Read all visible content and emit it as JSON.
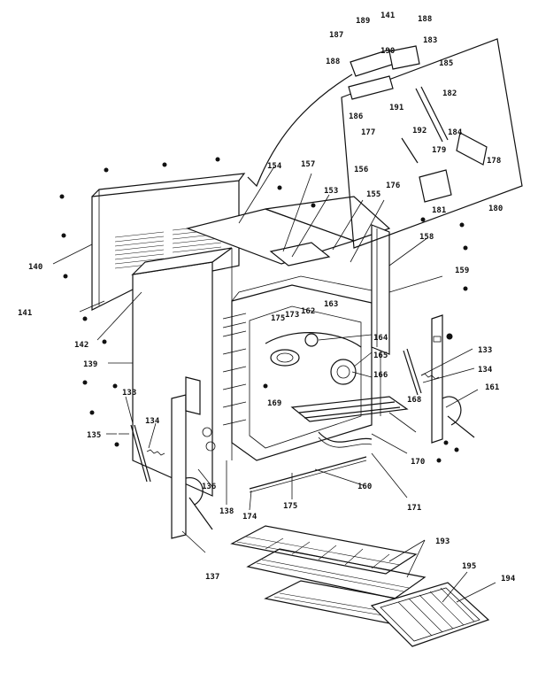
{
  "part_numbers": {
    "p133a": "133",
    "p133b": "133",
    "p134a": "134",
    "p134b": "134",
    "p135": "135",
    "p136": "136",
    "p137": "137",
    "p138": "138",
    "p139": "139",
    "p140": "140",
    "p141a": "141",
    "p141b": "141",
    "p142": "142",
    "p153": "153",
    "p154": "154",
    "p155": "155",
    "p156": "156",
    "p157": "157",
    "p158": "158",
    "p159": "159",
    "p160": "160",
    "p161": "161",
    "p162": "162",
    "p163": "163",
    "p164": "164",
    "p165": "165",
    "p166": "166",
    "p168": "168",
    "p169": "169",
    "p170": "170",
    "p171": "171",
    "p173": "173",
    "p174": "174",
    "p175a": "175",
    "p175b": "175",
    "p176": "176",
    "p177": "177",
    "p178": "178",
    "p179": "179",
    "p180": "180",
    "p181": "181",
    "p182": "182",
    "p183": "183",
    "p184": "184",
    "p185": "185",
    "p186": "186",
    "p187": "187",
    "p188a": "188",
    "p188b": "188",
    "p189": "189",
    "p190": "190",
    "p191": "191",
    "p192": "192",
    "p193": "193",
    "p194": "194",
    "p195": "195"
  }
}
